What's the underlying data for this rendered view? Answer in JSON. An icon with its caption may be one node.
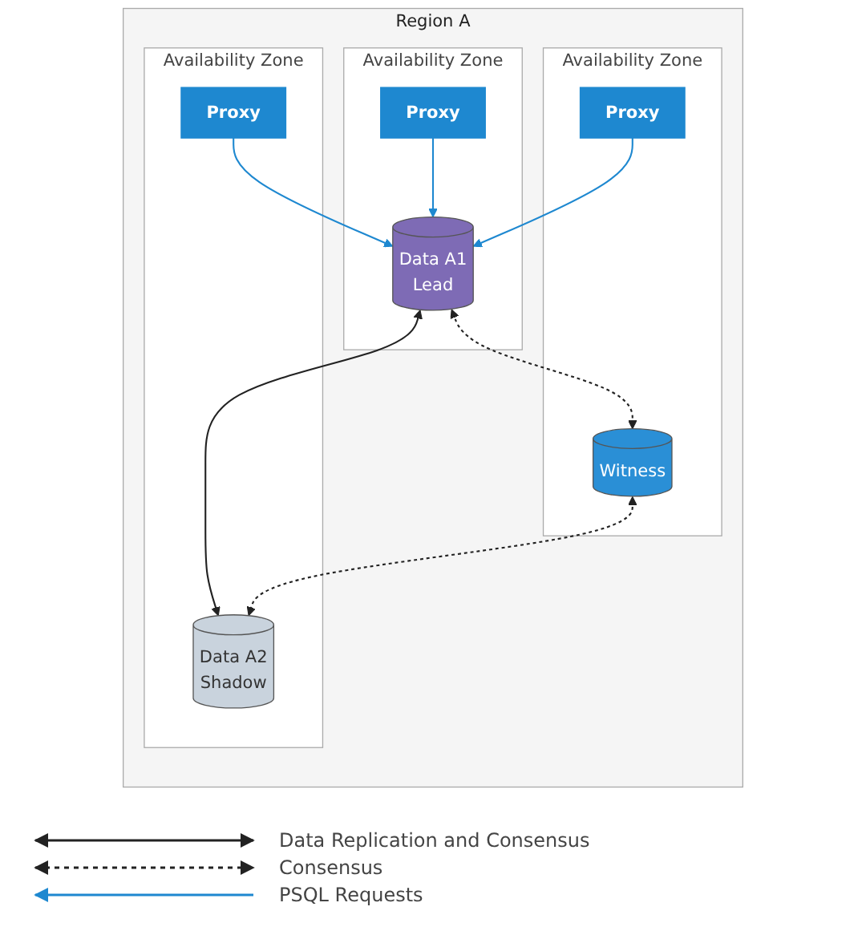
{
  "diagram": {
    "nodes": [
      {
        "text": [
          "Region A"
        ]
      },
      {
        "text": [
          "Availability Zone"
        ],
        "in": 0
      },
      {
        "text": [
          "Proxy"
        ],
        "in": 1
      },
      {
        "text": [
          "Data A1",
          "Lead"
        ],
        "in": 1
      },
      {
        "text": [
          "Availability Zone"
        ],
        "in": 0
      },
      {
        "text": [
          "Proxy"
        ],
        "in": 4
      },
      {
        "text": [
          "Data A2",
          "Shadow"
        ],
        "in": 4
      },
      {
        "text": [
          "Availability Zone"
        ],
        "in": 0
      },
      {
        "text": [
          "Proxy"
        ],
        "in": 7
      },
      {
        "text": [
          "Witness"
        ],
        "in": 7
      }
    ],
    "edges": [
      {
        "from": 2,
        "to": 3,
        "arrow": "to",
        "color": "#1e88d0"
      },
      {
        "from": 5,
        "to": 3,
        "arrow": "to",
        "color": "#1e88d0"
      },
      {
        "from": 3,
        "to": 6,
        "arrow": "both",
        "color": "#222222"
      },
      {
        "from": 8,
        "to": 3,
        "arrow": "to",
        "color": "#1e88d0"
      },
      {
        "from": 3,
        "to": 9,
        "arrow": "both",
        "style": "dashed",
        "color": "#222222"
      },
      {
        "from": 9,
        "to": 6,
        "arrow": "both",
        "style": "dashed",
        "color": "#222222"
      }
    ],
    "legend": [
      {
        "text": "Data Replication and Consensus"
      },
      {
        "text": "Consensus"
      },
      {
        "text": "PSQL Requests"
      }
    ]
  }
}
